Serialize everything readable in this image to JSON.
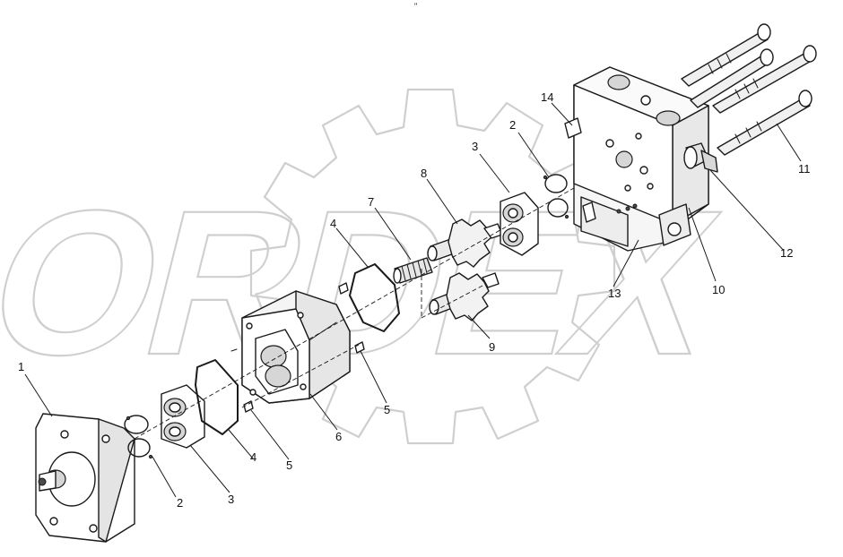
{
  "header_mark": "\" ",
  "watermark_text": "ORDEX",
  "callouts": [
    "1",
    "2",
    "3",
    "4",
    "5",
    "6",
    "7",
    "8",
    "9",
    "10",
    "11",
    "12",
    "13",
    "14"
  ],
  "colors": {
    "ink": "#1a1a1a",
    "watermark": "#cfcfcf",
    "background": "#ffffff"
  }
}
